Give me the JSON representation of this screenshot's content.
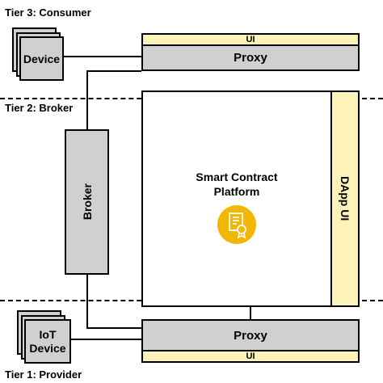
{
  "tiers": {
    "consumer": "Tier 3: Consumer",
    "broker": "Tier 2: Broker",
    "provider": "Tier 1: Provider"
  },
  "nodes": {
    "device": "Device",
    "iot_device": "IoT\nDevice",
    "broker": "Broker",
    "proxy_top": "Proxy",
    "ui_top": "UI",
    "proxy_bottom": "Proxy",
    "ui_bottom": "UI",
    "platform": "Smart Contract\nPlatform",
    "dapp_ui": "DApp UI"
  },
  "colors": {
    "box_gray": "#d0d0d0",
    "ui_yellow": "#fdf3b8",
    "icon_gold": "#f2b705"
  },
  "icons": {
    "contract": "certificate-icon"
  }
}
